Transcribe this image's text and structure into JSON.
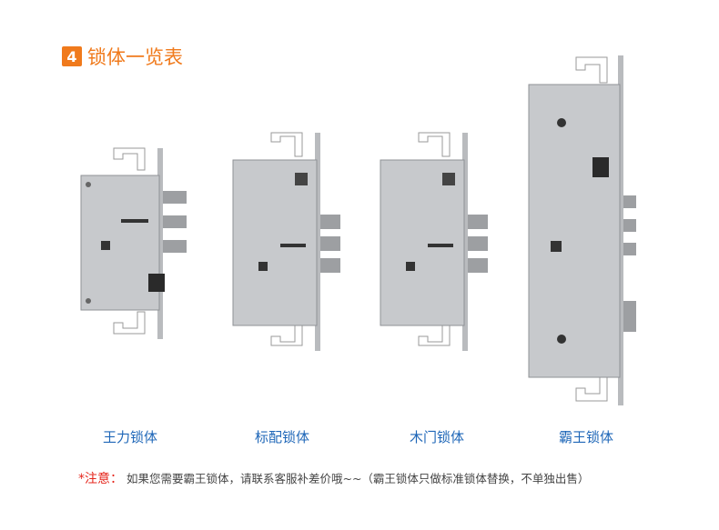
{
  "header": {
    "number": "4",
    "title": "锁体一览表"
  },
  "locks": [
    {
      "name": "王力锁体"
    },
    {
      "name": "标配锁体"
    },
    {
      "name": "木门锁体"
    },
    {
      "name": "霸王锁体"
    }
  ],
  "note": {
    "label": "*注意：",
    "text": "如果您需要霸王锁体，请联系客服补差价哦~~（霸王锁体只做标准锁体替换，不单独出售）"
  },
  "colors": {
    "accent": "#f07a1c",
    "caption": "#1f67b8",
    "warning": "#e5261c"
  }
}
